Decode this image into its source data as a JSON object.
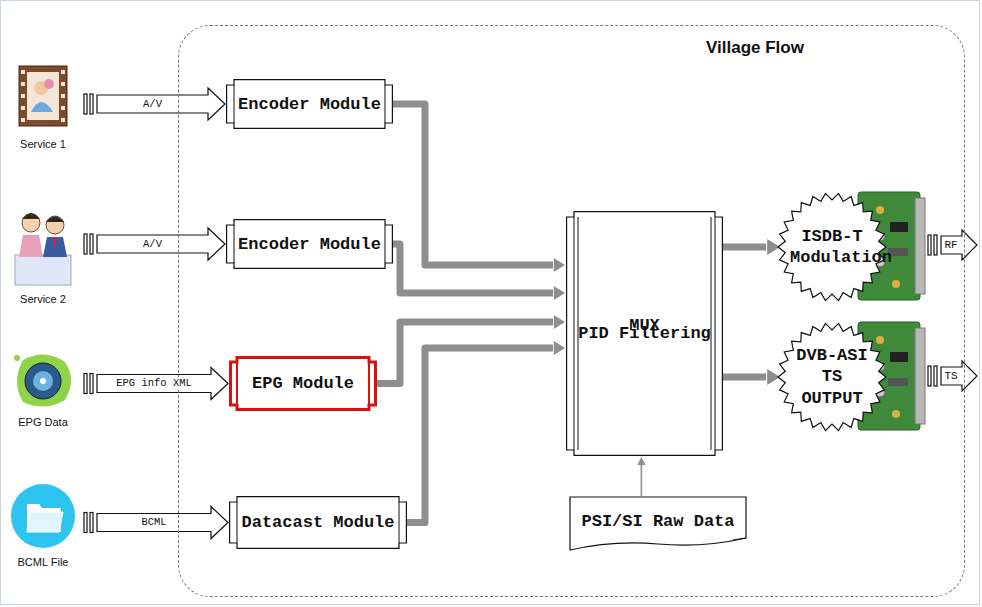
{
  "diagram": {
    "nodes": [
      {
        "text": [
          "Village Flow"
        ]
      },
      {
        "text": [
          "Service 1"
        ]
      },
      {
        "text": [
          "Encoder Module"
        ],
        "in": 0
      },
      {
        "text": [
          "Service 2"
        ]
      },
      {
        "text": [
          "Encoder Module"
        ],
        "in": 0
      },
      {
        "text": [
          "EPG Data"
        ]
      },
      {
        "text": [
          "EPG Module"
        ],
        "in": 0
      },
      {
        "text": [
          "BCML File"
        ]
      },
      {
        "text": [
          "Datacast Module"
        ],
        "in": 0
      },
      {
        "text": [
          "MUX",
          "PID Filtering"
        ],
        "in": 0
      },
      {
        "text": [
          "PSI/SI Raw Data"
        ],
        "in": 0
      },
      {
        "text": [
          "ISDB-T Modulation"
        ],
        "in": 0
      },
      {
        "text": [
          "DVB-ASI TS OUTPUT"
        ],
        "in": 0
      }
    ],
    "edges": [
      {
        "from": 1,
        "to": 2,
        "arrow": "to",
        "label": "A/V"
      },
      {
        "from": 3,
        "to": 4,
        "arrow": "to",
        "label": "A/V"
      },
      {
        "from": 5,
        "to": 6,
        "arrow": "to",
        "label": "EPG info XML"
      },
      {
        "from": 7,
        "to": 8,
        "arrow": "to",
        "label": "BCML"
      },
      {
        "from": 2,
        "to": 9,
        "arrow": "to"
      },
      {
        "from": 4,
        "to": 9,
        "arrow": "to"
      },
      {
        "from": 6,
        "to": 9,
        "arrow": "to"
      },
      {
        "from": 8,
        "to": 9,
        "arrow": "to"
      },
      {
        "from": 10,
        "to": 9,
        "arrow": "to"
      },
      {
        "from": 9,
        "to": 11,
        "arrow": "to"
      },
      {
        "from": 9,
        "to": 12,
        "arrow": "to"
      }
    ],
    "labels": [
      "RF",
      "TS"
    ]
  }
}
